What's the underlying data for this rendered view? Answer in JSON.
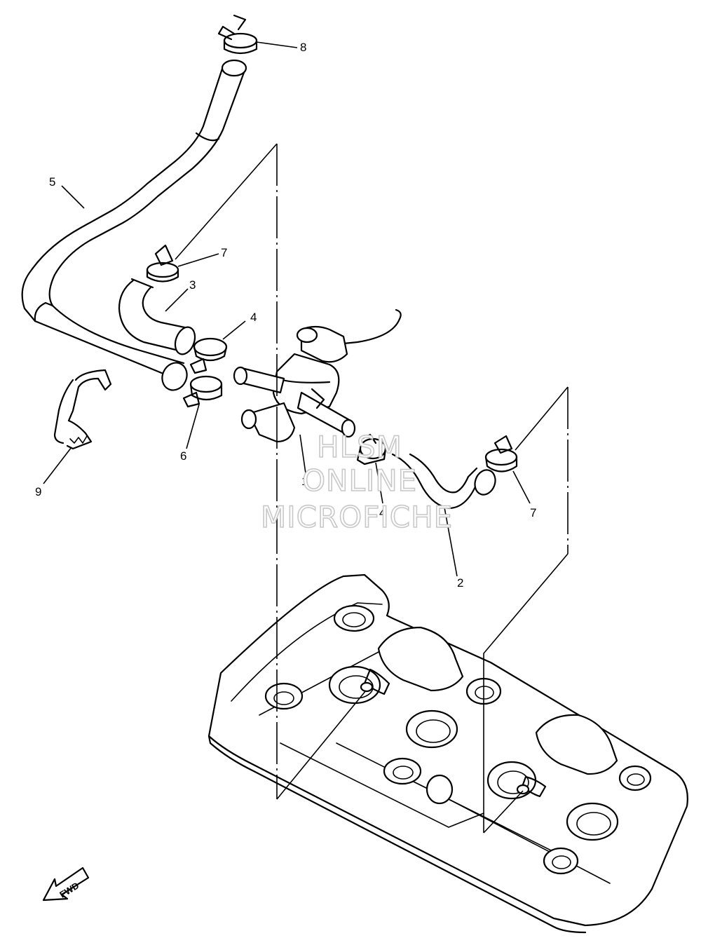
{
  "diagram": {
    "callouts": {
      "c1": "1",
      "c2": "2",
      "c3": "3",
      "c4a": "4",
      "c4b": "4",
      "c5": "5",
      "c6": "6",
      "c7a": "7",
      "c7b": "7",
      "c8": "8",
      "c9": "9"
    },
    "fwd_label": "FWD",
    "watermark": {
      "line1": "HLSM",
      "line2": "ONLINE",
      "line3": "MICROFICHE"
    }
  }
}
